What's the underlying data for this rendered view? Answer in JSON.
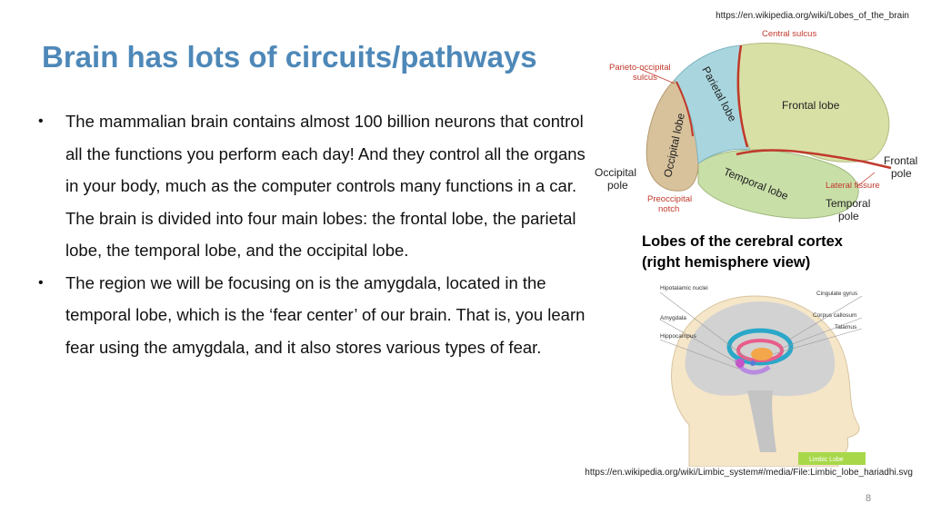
{
  "source_top": "https://en.wikipedia.org/wiki/Lobes_of_the_brain",
  "title": "Brain has lots of circuits/pathways",
  "bullets": [
    "The mammalian brain contains almost 100 billion neurons that control all the functions you perform each day! And they control all the organs in your body, much as the computer controls many functions in a car. The brain is divided into four main lobes: the frontal lobe, the parietal lobe, the temporal lobe, and the occipital lobe.",
    "The region we will be focusing on is the amygdala, located in the temporal lobe, which is the ‘fear center’ of our brain. That is, you learn fear using the amygdala, and it also stores various types of fear."
  ],
  "brain_figure": {
    "labels": {
      "central_sulcus": "Central sulcus",
      "parieto_occipital_1": "Parieto-occipital",
      "parieto_occipital_2": "sulcus",
      "parietal_lobe": "Parietal lobe",
      "frontal_lobe": "Frontal lobe",
      "occipital_lobe": "Occipital lobe",
      "occipital_pole_1": "Occipital",
      "occipital_pole_2": "pole",
      "temporal_lobe": "Temporal lobe",
      "frontal_pole_1": "Frontal",
      "frontal_pole_2": "pole",
      "lateral_fissure": "Lateral fissure",
      "preoccipital_1": "Preoccipital",
      "preoccipital_2": "notch",
      "temporal_pole_1": "Temporal",
      "temporal_pole_2": "pole"
    },
    "caption_line1": "Lobes of the cerebral cortex",
    "caption_line2": "(right hemisphere view)",
    "colors": {
      "frontal": "#d9e0a6",
      "parietal": "#a9d6de",
      "occipital": "#d8c29c",
      "temporal": "#c9dfa8",
      "label_red": "#c0392b",
      "label_dark": "#222222"
    }
  },
  "limbic_figure": {
    "labels": {
      "hipotalamic_nuclei": "Hipotalamic nuclei",
      "cingulate_gyrus": "Cingulate gyrus",
      "amygdala": "Amygdala",
      "corpus_callosum": "Corpus callosum",
      "talamus": "Talamus",
      "hippocampus": "Hippocampus",
      "limbic_lobe": "Limbic Lobe"
    }
  },
  "source_bottom": "https://en.wikipedia.org/wiki/Limbic_system#/media/File:Limbic_lobe_hariadhi.svg",
  "page_number": "8"
}
